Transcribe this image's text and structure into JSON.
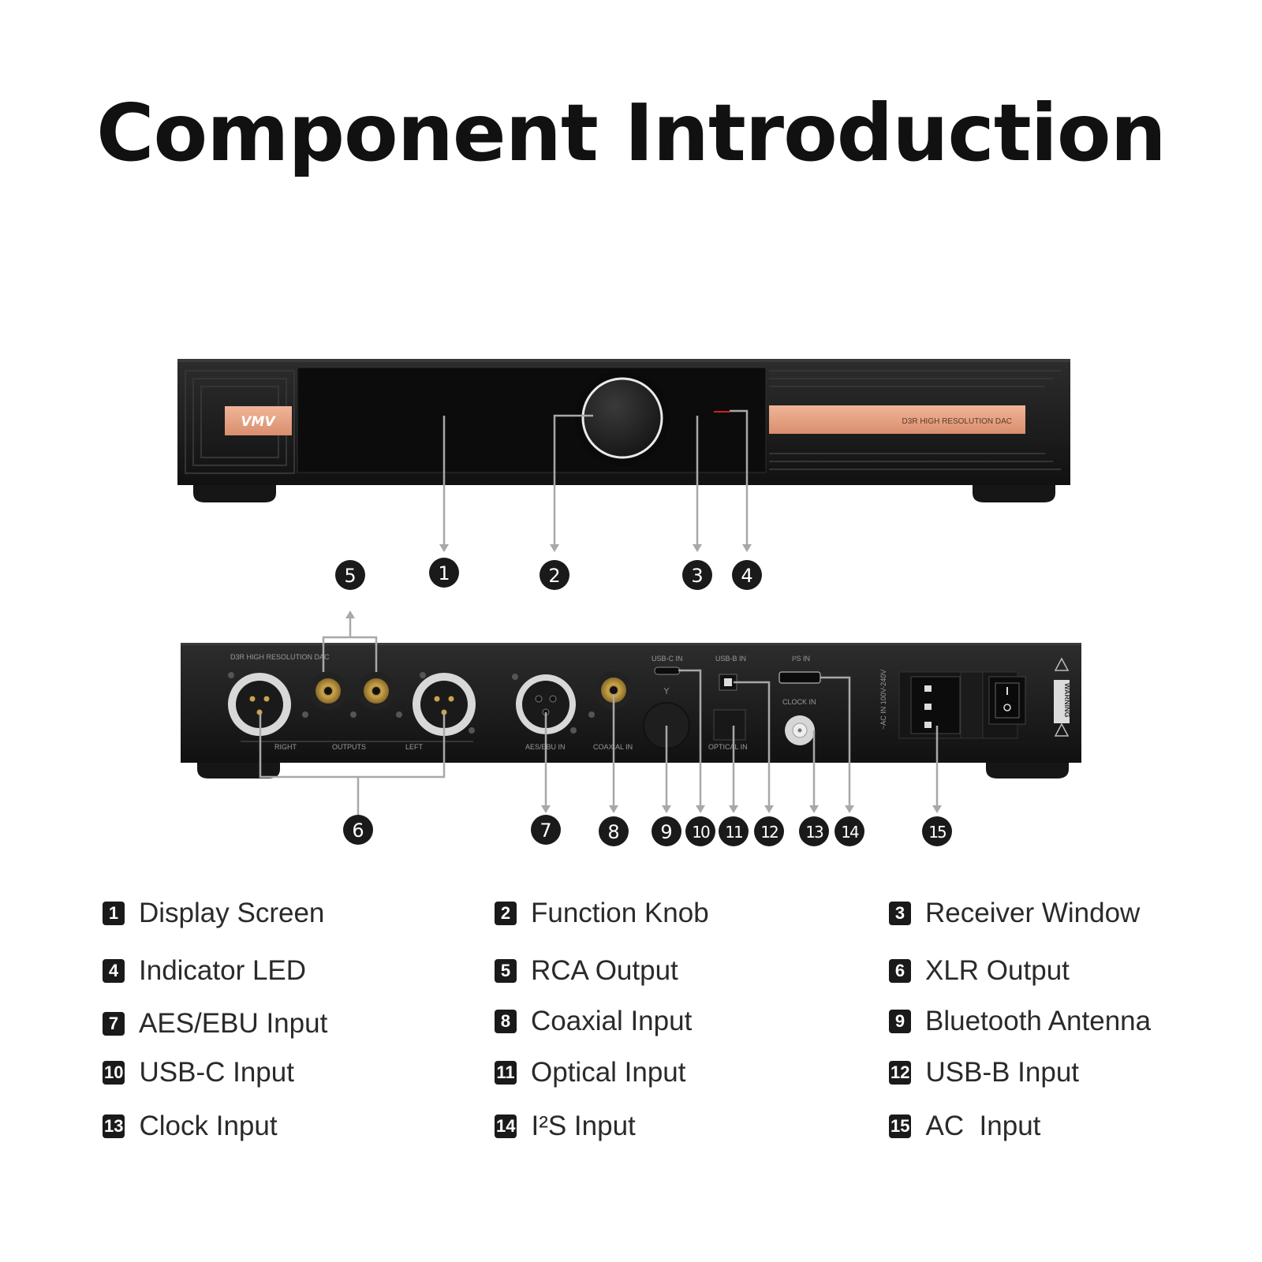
{
  "title": "Component Introduction",
  "front_panel": {
    "brand_logo": "VMV",
    "model_plate": "D3R HIGH RESOLUTION DAC"
  },
  "rear_panel": {
    "header": "D3R HIGH RESOLUTION DAC",
    "labels": {
      "right": "RIGHT",
      "outputs": "OUTPUTS",
      "left": "LEFT",
      "aes_ebu_in": "AES/EBU IN",
      "coaxial_in": "COAXIAL IN",
      "usb_c_in": "USB-C IN",
      "usb_b_in": "USB-B IN",
      "optical_in": "OPTICAL IN",
      "i2s_in": "I²S IN",
      "clock_in": "CLOCK IN",
      "ac_in": "~AC IN 100V-240V",
      "warning": "WARNING"
    }
  },
  "callouts": [
    "1",
    "2",
    "3",
    "4",
    "5",
    "6",
    "7",
    "8",
    "9",
    "10",
    "11",
    "12",
    "13",
    "14",
    "15"
  ],
  "legend": [
    {
      "num": "1",
      "label": "Display Screen"
    },
    {
      "num": "2",
      "label": "Function Knob"
    },
    {
      "num": "3",
      "label": "Receiver Window"
    },
    {
      "num": "4",
      "label": "Indicator LED"
    },
    {
      "num": "5",
      "label": "RCA Output"
    },
    {
      "num": "6",
      "label": "XLR Output"
    },
    {
      "num": "7",
      "label": "AES/EBU Input"
    },
    {
      "num": "8",
      "label": "Coaxial Input"
    },
    {
      "num": "9",
      "label": "Bluetooth Antenna"
    },
    {
      "num": "10",
      "label": "USB-C Input"
    },
    {
      "num": "11",
      "label": "Optical Input"
    },
    {
      "num": "12",
      "label": "USB-B Input"
    },
    {
      "num": "13",
      "label": "Clock Input"
    },
    {
      "num": "14",
      "label": "I²S Input"
    },
    {
      "num": "15",
      "label": "AC  Input"
    }
  ],
  "colors": {
    "chassis": "#1c1c1c",
    "copper_plate": "#e8a486",
    "callout_circle": "#1a1a1a",
    "leader_line": "#a8a8a8",
    "led": "#d42020"
  }
}
